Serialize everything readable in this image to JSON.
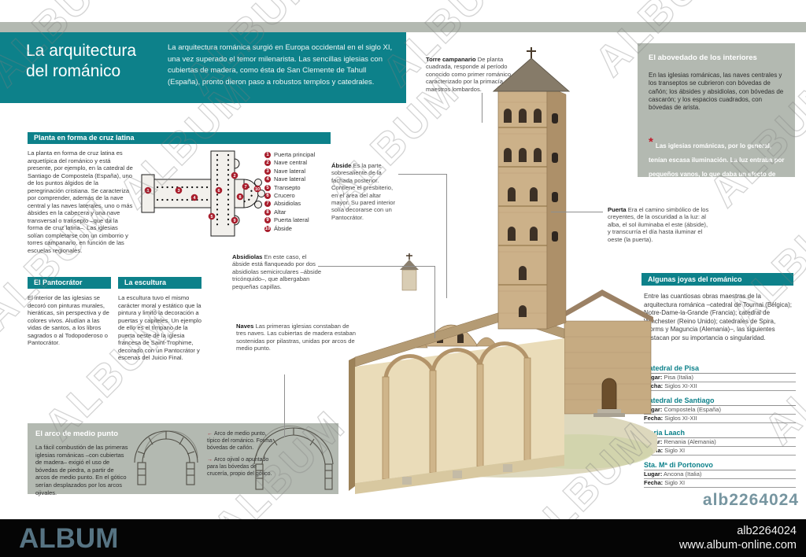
{
  "watermark": {
    "text": "ALBUM"
  },
  "header": {
    "title_line1": "La arquitectura",
    "title_line2": "del románico",
    "intro": "La arquitectura románica surgió en Europa occidental en el siglo XI, una vez superado el temor milenarista. Las sencillas iglesias con cubiertas de madera, como ésta de San Clemente de Tahull (España), pronto dieron paso a robustos templos y catedrales."
  },
  "planta": {
    "header": "Planta en forma de cruz latina",
    "body": "La planta en forma de cruz latina es arquetípica del románico y está presente, por ejemplo, en la catedral de Santiago de Compostela (España), uno de los puntos álgidos de la peregrinación cristiana. Se caracteriza por comprender, además de la nave central y las naves laterales, uno o más ábsides en la cabecera y una nave transversal o transepto –que da la forma de cruz latina–. Las iglesias solían completarse con un cimborrio y torres campanario, en función de las escuelas regionales.",
    "legend": [
      {
        "num": "1",
        "label": "Puerta principal"
      },
      {
        "num": "2",
        "label": "Nave central"
      },
      {
        "num": "3",
        "label": "Nave lateral"
      },
      {
        "num": "4",
        "label": "Nave lateral"
      },
      {
        "num": "5",
        "label": "Transepto"
      },
      {
        "num": "6",
        "label": "Crucero"
      },
      {
        "num": "7",
        "label": "Absidiolas"
      },
      {
        "num": "8",
        "label": "Altar"
      },
      {
        "num": "9",
        "label": "Puerta lateral"
      },
      {
        "num": "10",
        "label": "Ábside"
      }
    ]
  },
  "callouts": {
    "torre": {
      "title": "Torre campanario",
      "body": "De planta cuadrada, responde al período conocido como primer románico, caracterizado por la primacía de los maestros lombardos."
    },
    "abside": {
      "title": "Ábside",
      "body": "Es la parte sobresaliente de la fachada posterior. Contiene el presbiterio, en el área del altar mayor. Su pared interior solía decorarse con un Pantocrátor."
    },
    "absidiolas": {
      "title": "Absidiolas",
      "body": "En este caso, el ábside está flanqueado por dos absidiolas semicirculares –ábside tricónquido–, que albergaban pequeñas capillas."
    },
    "naves": {
      "title": "Naves",
      "body": "Las primeras iglesias constaban de tres naves. Las cubiertas de madera estaban sostenidas por pilastras, unidas por arcos de medio punto."
    },
    "puerta": {
      "title": "Puerta",
      "body": "Era el camino simbólico de los creyentes, de la oscuridad a la luz: al alba, el sol iluminaba el este (ábside), y transcurría el día hasta iluminar el oeste (la puerta)."
    }
  },
  "pantocrator": {
    "header": "El Pantocrátor",
    "body": "El interior de las iglesias se decoró con pinturas murales, hieráticas, sin perspectiva y de colores vivos. Aludían a las vidas de santos, a los libros sagrados o al Todopoderoso o Pantocrátor."
  },
  "escultura": {
    "header": "La escultura",
    "body": "La escultura tuvo el mismo carácter moral y estático que la pintura y limitó la decoración a puertas y capiteles. Un ejemplo de ello es el tímpano de la puerta oeste de la iglesia francesa de Saint-Trophime, decorado con un Pantocrátor y escenas del Juicio Final."
  },
  "arco": {
    "header": "El arco de medio punto",
    "body": "La fácil combustión de las primeras iglesias románicas –con cubiertas de madera– exigió el uso de bóvedas de piedra, a partir de arcos de medio punto. En el gótico serían desplazados por los arcos ojivales.",
    "icons": {
      "arrow_left": "←",
      "arrow_right": "→"
    },
    "caption_left": "Arco de medio punto, típico del románico. Forma bóvedas de cañón.",
    "caption_right": "Arco ojival o apuntado para las bóvedas de crucería, propio del gótico."
  },
  "abovedado": {
    "header": "El abovedado de los interiores",
    "body": "En las iglesias románicas, las naves centrales y los transeptos se cubrieron con bóvedas de cañón; los ábsides y absidiolas, con bóvedas de cascarón; y los espacios cuadrados, con bóvedas de arista.",
    "asterisk": "*",
    "note": "Las iglesias románicas, por lo general, tenían escasa iluminación. La luz entraba por pequeños vanos, lo que daba un efecto de penumbra."
  },
  "joyas": {
    "header": "Algunas joyas del románico",
    "intro": "Entre las cuantiosas obras maestras de la arquitectura románica –catedral de Tournai (Bélgica); Notre-Dame-la-Grande (Francia); catedral de Winchester (Reino Unido); catedrales de Spira, Worms y Maguncia (Alemania)–, las siguientes destacan por su importancia o singularidad.",
    "lugar_label": "Lugar:",
    "fecha_label": "Fecha:",
    "entries": [
      {
        "name": "Catedral de Pisa",
        "lugar": "Pisa (Italia)",
        "fecha": "Siglos XI-XII"
      },
      {
        "name": "Catedral de Santiago",
        "lugar": "Compostela (España)",
        "fecha": "Siglos XI-XII"
      },
      {
        "name": "Maria Laach",
        "lugar": "Renania (Alemania)",
        "fecha": "Siglo XI"
      },
      {
        "name": "Sta. Mª di Portonovo",
        "lugar": "Ancona (Italia)",
        "fecha": "Siglo XI"
      }
    ]
  },
  "footer": {
    "brand": "ALBUM",
    "ref_id": "alb2264024",
    "url": "www.album-online.com"
  }
}
